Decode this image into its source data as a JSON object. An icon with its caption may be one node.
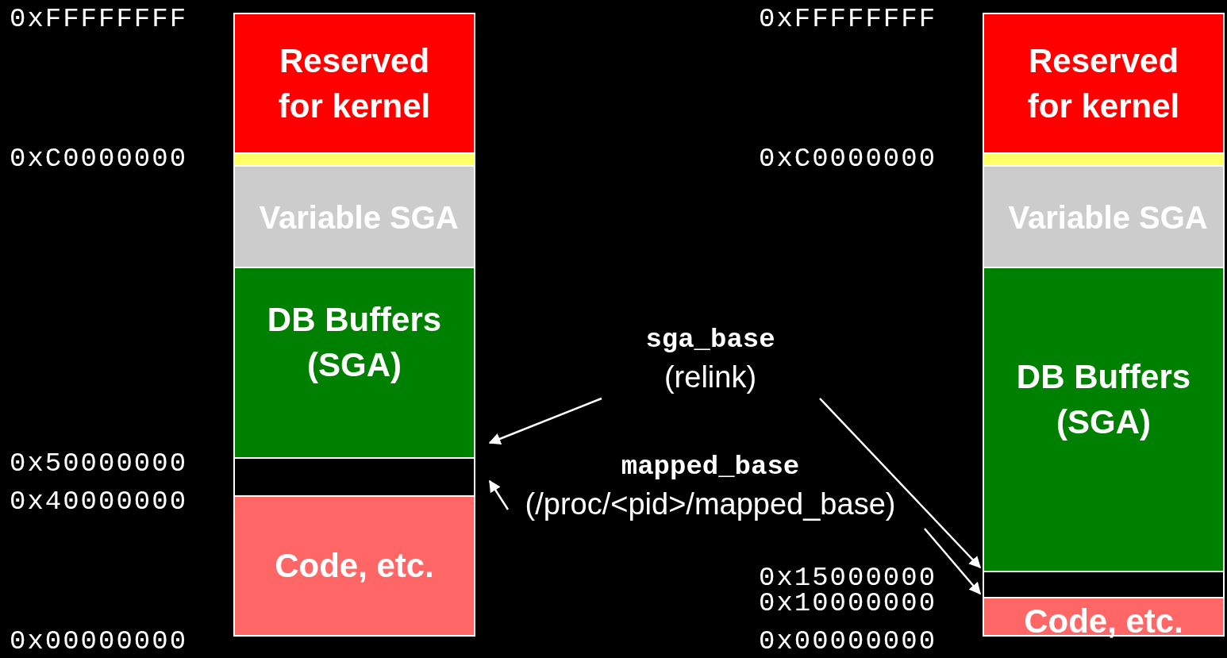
{
  "diagram": {
    "nodes": [
      {
        "text": [
          "Reserved for kernel"
        ]
      },
      {
        "text": [],
        "shape": "bar"
      },
      {
        "text": [
          "Variable SGA"
        ]
      },
      {
        "text": [
          "DB Buffers (SGA)"
        ]
      },
      {
        "text": [],
        "shape": "box"
      },
      {
        "text": [
          "Code, etc."
        ]
      },
      {
        "text": [
          "Reserved for kernel"
        ]
      },
      {
        "text": [],
        "shape": "bar"
      },
      {
        "text": [
          "Variable SGA"
        ]
      },
      {
        "text": [
          "DB Buffers (SGA)"
        ]
      },
      {
        "text": [],
        "shape": "box"
      },
      {
        "text": [
          "Code, etc."
        ]
      },
      {
        "text": [
          "sga_base",
          "(relink)"
        ]
      },
      {
        "text": [
          "mapped_base",
          "(/proc/<pid>/mapped_base)"
        ]
      }
    ],
    "edges": [
      {
        "from": 12,
        "to": 4,
        "arrow": "to"
      },
      {
        "from": 12,
        "to": 10,
        "arrow": "to"
      },
      {
        "from": 13,
        "to": 5,
        "arrow": "to"
      },
      {
        "from": 13,
        "to": 11,
        "arrow": "to"
      }
    ],
    "labels": [
      "0xFFFFFFFF",
      "0xFFFFFFFF",
      "0xC0000000",
      "0xC0000000",
      "0x50000000",
      "0x40000000",
      "0x15000000",
      "0x10000000",
      "0x00000000",
      "0x00000000"
    ]
  }
}
